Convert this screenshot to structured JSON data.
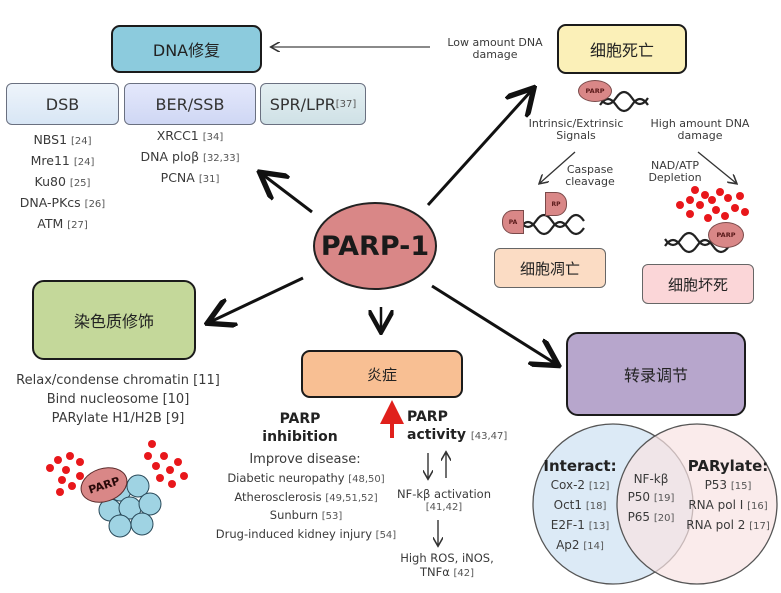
{
  "center": {
    "label": "PARP-1"
  },
  "dna_repair": {
    "title": "DNA修复",
    "categories": [
      {
        "label": "DSB",
        "ref": "",
        "items": [
          {
            "name": "NBS1",
            "ref": "[24]"
          },
          {
            "name": "Mre11",
            "ref": "[24]"
          },
          {
            "name": "Ku80",
            "ref": "[25]"
          },
          {
            "name": "DNA-PKcs",
            "ref": "[26]"
          },
          {
            "name": "ATM",
            "ref": "[27]"
          }
        ]
      },
      {
        "label": "BER/SSB",
        "ref": "",
        "items": [
          {
            "name": "XRCC1",
            "ref": "[34]"
          },
          {
            "name": "DNA ploβ",
            "ref": "[32,33]"
          },
          {
            "name": "PCNA",
            "ref": "[31]"
          }
        ]
      },
      {
        "label": "SPR/LPR",
        "ref": "[37]",
        "items": []
      }
    ]
  },
  "cell_death": {
    "title": "细胞死亡",
    "low_damage_label": "Low amount DNA damage",
    "signals_label": "Intrinsic/Extrinsic Signals",
    "high_damage_label": "High amount DNA damage",
    "caspase_label": "Caspase cleavage",
    "nad_label": "NAD/ATP Depletion",
    "apoptosis": "细胞凋亡",
    "necrosis": "细胞坏死",
    "parp_tag": "PARP",
    "parp_frag_left": "PA",
    "parp_frag_right": "RP"
  },
  "chromatin": {
    "title": "染色质修饰",
    "items": [
      {
        "name": "Relax/condense chromatin",
        "ref": "[11]"
      },
      {
        "name": "Bind nucleosome",
        "ref": "[10]"
      },
      {
        "name": "PARylate H1/H2B",
        "ref": "[9]"
      }
    ],
    "parp_tag": "PARP"
  },
  "inflammation": {
    "title": "炎症",
    "inhibition_title": "PARP inhibition",
    "improve_label": "Improve disease:",
    "diseases": [
      {
        "name": "Diabetic neuropathy",
        "ref": "[48,50]"
      },
      {
        "name": "Atherosclerosis",
        "ref": "[49,51,52]"
      },
      {
        "name": "Sunburn",
        "ref": "[53]"
      },
      {
        "name": "Drug-induced kidney injury",
        "ref": "[54]"
      }
    ],
    "activity_title_1": "PARP",
    "activity_title_2": "activity",
    "activity_ref": "[43,47]",
    "nfkb_label": "NF-kβ activation",
    "nfkb_ref": "[41,42]",
    "ros_label": "High ROS, iNOS,",
    "ros_label_2": "TNFα",
    "ros_ref": "[42]",
    "up_arrow_color": "#e0201c"
  },
  "transcription": {
    "title": "转录调节",
    "interact_title": "Interact:",
    "interact_items": [
      {
        "name": "Cox-2",
        "ref": "[12]"
      },
      {
        "name": "Oct1",
        "ref": "[18]"
      },
      {
        "name": "E2F-1",
        "ref": "[13]"
      },
      {
        "name": "Ap2",
        "ref": "[14]"
      }
    ],
    "shared_items": [
      {
        "name": "NF-kβ",
        "ref": ""
      },
      {
        "name": "P50",
        "ref": "[19]"
      },
      {
        "name": "P65",
        "ref": "[20]"
      }
    ],
    "parylate_title": "PARylate:",
    "parylate_items": [
      {
        "name": "P53",
        "ref": "[15]"
      },
      {
        "name": "RNA pol I",
        "ref": "[16]"
      },
      {
        "name": "RNA pol 2",
        "ref": "[17]"
      }
    ]
  },
  "colors": {
    "dna_repair": "#8ccbdd",
    "cell_death": "#fbf0b8",
    "apoptosis": "#fbdcc4",
    "necrosis": "#fbd6d8",
    "chromatin": "#c4d89a",
    "inflammation": "#f8bf93",
    "transcription": "#b7a6cc",
    "parp": "#d98787",
    "venn_left": "#d6e6f4",
    "venn_right": "#f8e2e2"
  }
}
